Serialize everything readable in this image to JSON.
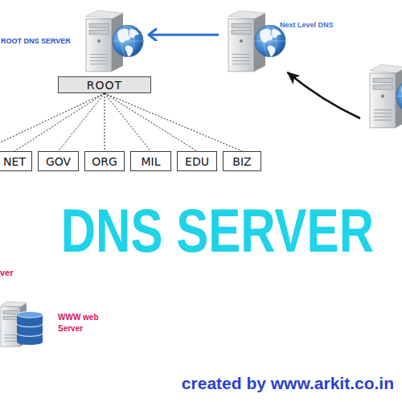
{
  "diagram": {
    "title": "DNS SERVER",
    "caption": "created by www.arkit.co.in",
    "nodes": [
      {
        "text": [
          "ROOT DNS SERVER"
        ]
      },
      {
        "text": [
          "Next Level DNS"
        ]
      },
      {
        "text": []
      },
      {
        "text": [
          "ROOT"
        ]
      },
      {
        "text": [
          "NET"
        ]
      },
      {
        "text": [
          "GOV"
        ]
      },
      {
        "text": [
          "ORG"
        ]
      },
      {
        "text": [
          "MIL"
        ]
      },
      {
        "text": [
          "EDU"
        ]
      },
      {
        "text": [
          "BIZ"
        ]
      },
      {
        "text": [
          "WWW web Server"
        ]
      }
    ],
    "edges": [
      {
        "from": 1,
        "to": 0,
        "arrow": "to"
      },
      {
        "from": 2,
        "to": 1,
        "arrow": "to"
      },
      {
        "from": 3,
        "to": 4,
        "arrow": "none"
      },
      {
        "from": 3,
        "to": 5,
        "arrow": "none"
      },
      {
        "from": 3,
        "to": 6,
        "arrow": "none"
      },
      {
        "from": 3,
        "to": 7,
        "arrow": "none"
      },
      {
        "from": 3,
        "to": 8,
        "arrow": "none"
      },
      {
        "from": 3,
        "to": 9,
        "arrow": "none"
      }
    ],
    "labels": [
      "ver"
    ]
  }
}
